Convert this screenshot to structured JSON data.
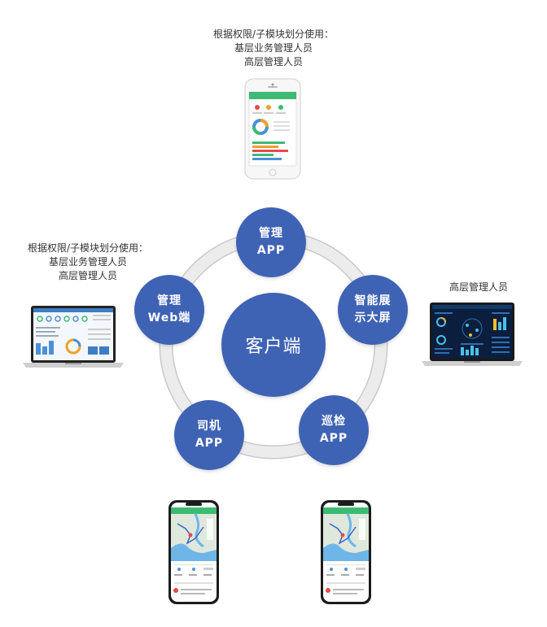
{
  "captions": {
    "top": [
      "根据权限/子模块划分使用：",
      "基层业务管理人员",
      "高层管理人员"
    ],
    "left": [
      "根据权限/子模块划分使用：",
      "基层业务管理人员",
      "高层管理人员"
    ],
    "right": [
      "高层管理人员"
    ]
  },
  "center": {
    "label": "客户端"
  },
  "nodes": {
    "mgmt_app": [
      "管理",
      "APP"
    ],
    "smart_screen": [
      "智能展",
      "示大屏"
    ],
    "patrol_app": [
      "巡检",
      "APP"
    ],
    "driver_app": [
      "司机",
      "APP"
    ],
    "mgmt_web": [
      "管理",
      "Web端"
    ]
  },
  "colors": {
    "node_fill": "#3f63b4",
    "ring_fill": "#e4e4e4",
    "ring_stroke": "#c9c9c9",
    "map_water": "#6fb6e8",
    "map_land": "#dfe8dc",
    "app_green": "#3dbb74"
  },
  "icons": [
    "smartphone-dashboard-icon",
    "laptop-web-dashboard-icon",
    "laptop-dark-screen-icon",
    "smartphone-map-icon",
    "smartphone-map-icon"
  ]
}
